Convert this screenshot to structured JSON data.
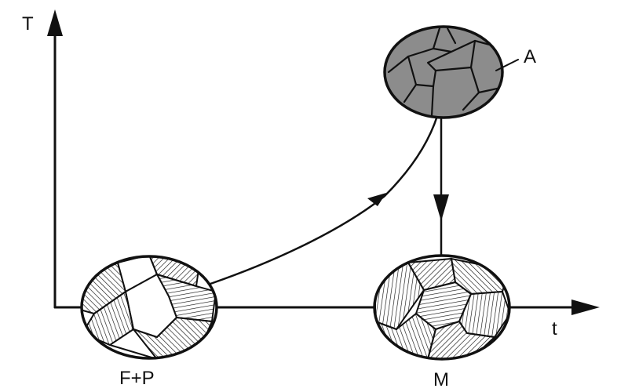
{
  "axes": {
    "y_label": "T",
    "x_label": "t"
  },
  "phases": {
    "start_label": "F+P",
    "top_label": "A",
    "end_label": "M"
  },
  "colors": {
    "ink": "#111111",
    "austenite_fill": "#8c8c8c",
    "background": "#ffffff"
  }
}
